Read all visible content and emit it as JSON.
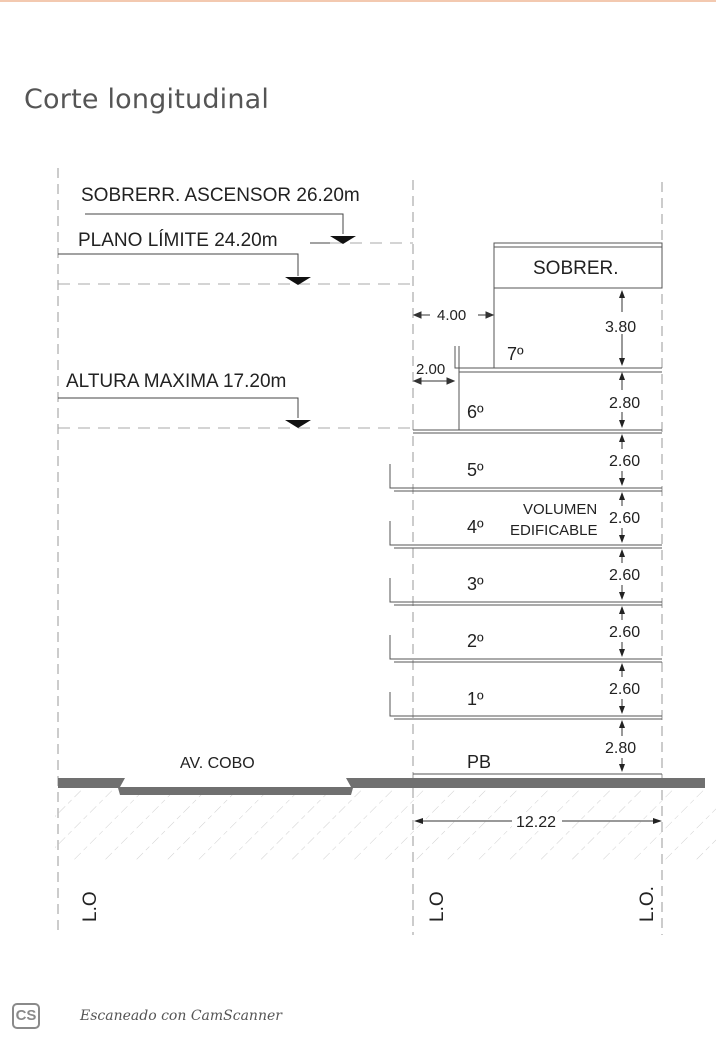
{
  "page": {
    "title": "Corte longitudinal"
  },
  "levels": {
    "sobrerr_ascensor": "SOBRERR. ASCENSOR 26.20m",
    "plano_limite": "PLANO LÍMITE 24.20m",
    "altura_maxima": "ALTURA MAXIMA 17.20m"
  },
  "building": {
    "sobrer_label": "SOBRER.",
    "volumen_label_1": "VOLUMEN",
    "volumen_label_2": "EDIFICABLE",
    "setback_7": "4.00",
    "setback_6": "2.00",
    "floors": [
      {
        "label": "7º",
        "height": "3.80"
      },
      {
        "label": "6º",
        "height": "2.80"
      },
      {
        "label": "5º",
        "height": "2.60"
      },
      {
        "label": "4º",
        "height": "2.60"
      },
      {
        "label": "3º",
        "height": "2.60"
      },
      {
        "label": "2º",
        "height": "2.60"
      },
      {
        "label": "1º",
        "height": "2.60"
      },
      {
        "label": "PB",
        "height": "2.80"
      }
    ]
  },
  "street": {
    "label": "AV. COBO"
  },
  "lot": {
    "width": "12.22",
    "lo_labels": [
      "L.O",
      "L.O",
      "L.O."
    ]
  },
  "footer": {
    "logo": "CS",
    "scan_text": "Escaneado con CamScanner"
  },
  "colors": {
    "line": "#333333",
    "ground": "#707070",
    "hatch": "#cfcfcf",
    "title": "#555555"
  }
}
